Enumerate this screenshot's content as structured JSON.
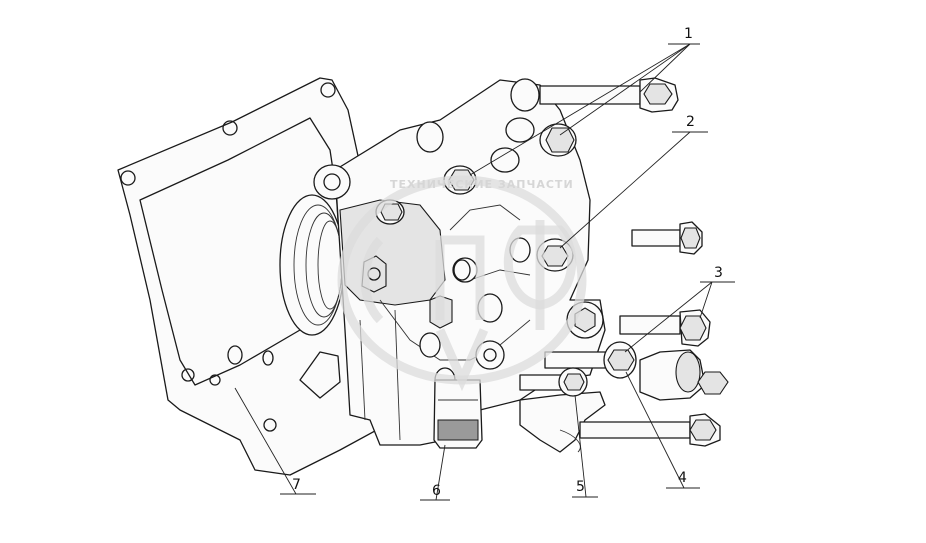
{
  "callouts": [
    {
      "label": "1"
    },
    {
      "label": "2"
    },
    {
      "label": "3"
    },
    {
      "label": "4"
    },
    {
      "label": "5"
    },
    {
      "label": "6"
    },
    {
      "label": "7"
    }
  ],
  "watermark": {
    "text": "ТЕХНИЧЕСКИЕ ЗАПЧАСТИ"
  },
  "colors": {
    "line": "#1a1a1a",
    "paper": "#ffffff",
    "watermark": "#d6d6d6"
  }
}
